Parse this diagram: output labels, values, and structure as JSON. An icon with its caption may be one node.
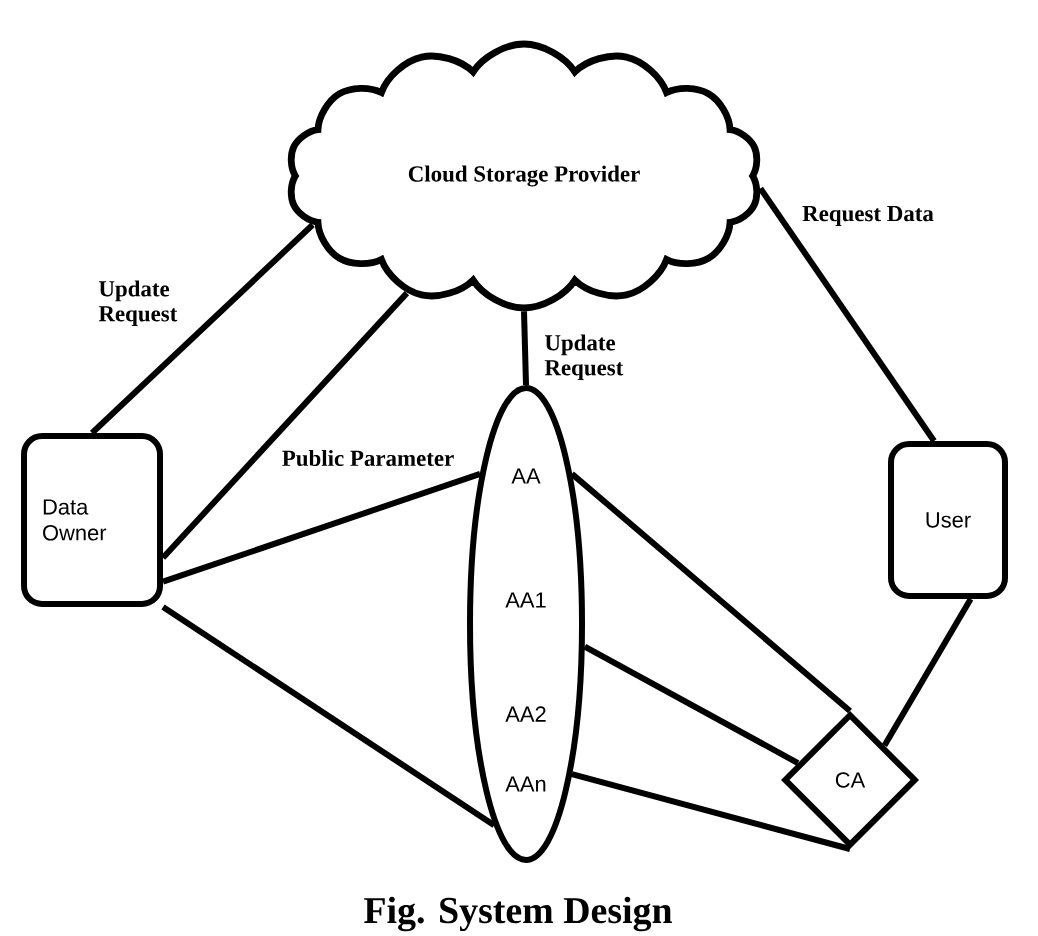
{
  "diagram": {
    "caption": "Fig. System Design",
    "nodes": [
      {
        "text": [
          "Cloud Storage Provider"
        ]
      },
      {
        "text": [
          "Data Owner"
        ]
      },
      {
        "text": [
          "AA",
          "AA1",
          "AA2",
          "AAn"
        ]
      },
      {
        "text": [
          "User"
        ]
      },
      {
        "text": [
          "CA"
        ]
      }
    ],
    "edges": [
      {
        "from": 0,
        "to": 1,
        "arrow": "none",
        "label": "Update Request"
      },
      {
        "from": 0,
        "to": 1,
        "arrow": "none"
      },
      {
        "from": 0,
        "to": 2,
        "arrow": "none",
        "label": "Update Request"
      },
      {
        "from": 0,
        "to": 3,
        "arrow": "none",
        "label": "Request Data"
      },
      {
        "from": 1,
        "to": 2,
        "arrow": "none",
        "label": "Public Parameter"
      },
      {
        "from": 1,
        "to": 2,
        "arrow": "none"
      },
      {
        "from": 2,
        "to": 4,
        "arrow": "none"
      },
      {
        "from": 2,
        "to": 4,
        "arrow": "none"
      },
      {
        "from": 2,
        "to": 4,
        "arrow": "none"
      },
      {
        "from": 3,
        "to": 4,
        "arrow": "none"
      }
    ]
  }
}
